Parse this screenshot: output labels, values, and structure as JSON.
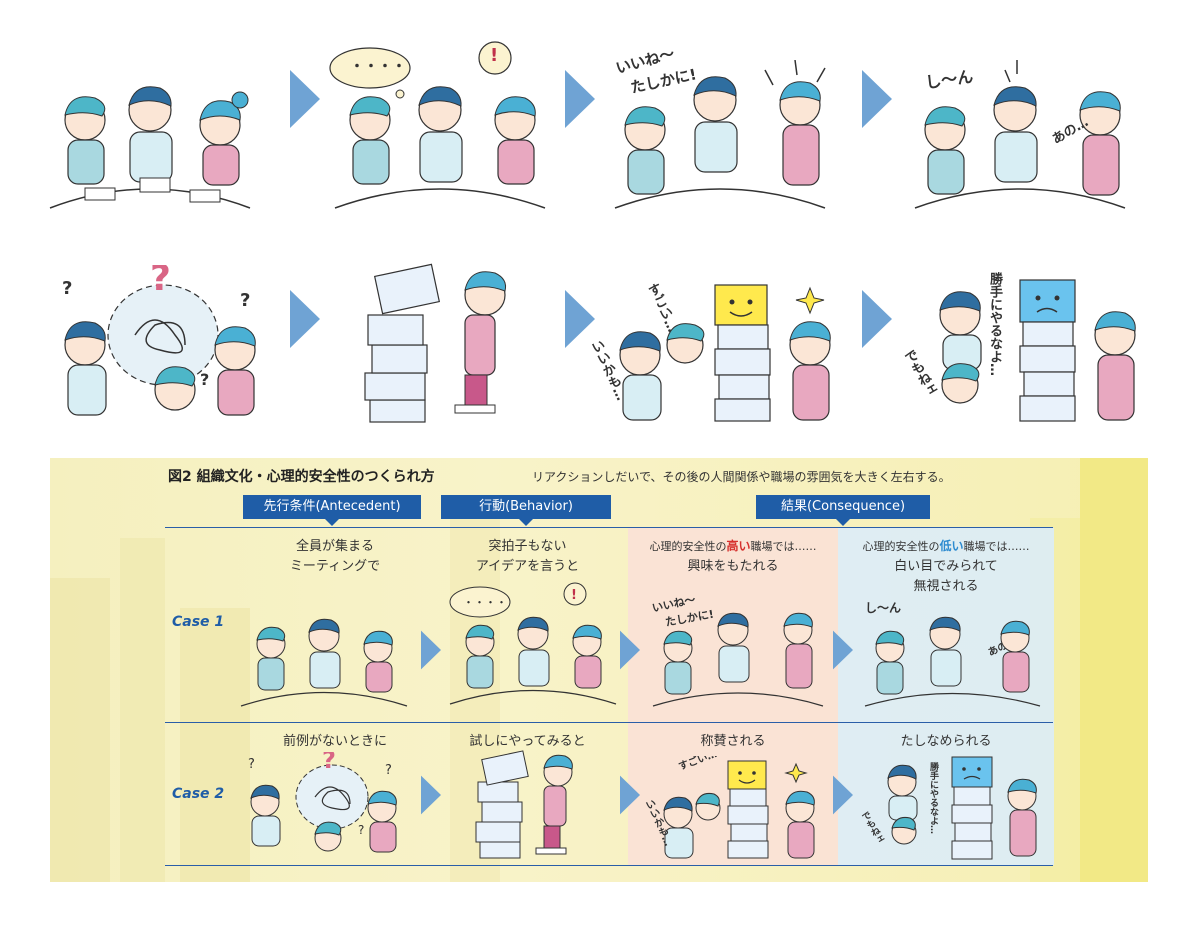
{
  "illustration": {
    "row1": {
      "panel2_bubble": "・・・・",
      "panel2_exclaim": "!",
      "panel3_speech": [
        "いいね〜",
        "たしかに!"
      ],
      "panel4_speech": "し〜ん",
      "panel4_murmur": "あの…"
    },
    "row2": {
      "panel1_q": "?",
      "panel3_speech_a": "すごい…",
      "panel3_speech_b": "いいかも…",
      "panel4_speech_a": "勝手にやるなよ…",
      "panel4_speech_b": "でもねェ"
    }
  },
  "figure": {
    "title": "図2 組織文化・心理的安全性のつくられ方",
    "caption": "リアクションしだいで、その後の人間関係や職場の雰囲気を大きく左右する。",
    "headers": {
      "antecedent": "先行条件(Antecedent)",
      "behavior": "行動(Behavior)",
      "consequence": "結果(Consequence)"
    },
    "high_head": {
      "pre": "心理的安全性の",
      "key": "高い",
      "post": "職場では……"
    },
    "low_head": {
      "pre": "心理的安全性の",
      "key": "低い",
      "post": "職場では……"
    },
    "case1": {
      "label": "Case 1",
      "antecedent": [
        "全員が集まる",
        "ミーティングで"
      ],
      "behavior": [
        "突拍子もない",
        "アイデアを言うと"
      ],
      "high": "興味をもたれる",
      "low": [
        "白い目でみられて",
        "無視される"
      ]
    },
    "case2": {
      "label": "Case 2",
      "antecedent": "前例がないときに",
      "behavior": "試しにやってみると",
      "high": "称賛される",
      "low": "たしなめられる"
    }
  },
  "colors": {
    "accent_blue": "#1f5da7",
    "arrow_blue": "#6fa3d4",
    "high_bg": "#fae0d8",
    "low_bg": "#dcecf8",
    "yellow_bg": "#f6efb3",
    "red_key": "#d6302d",
    "blue_key": "#2d8bd0"
  }
}
